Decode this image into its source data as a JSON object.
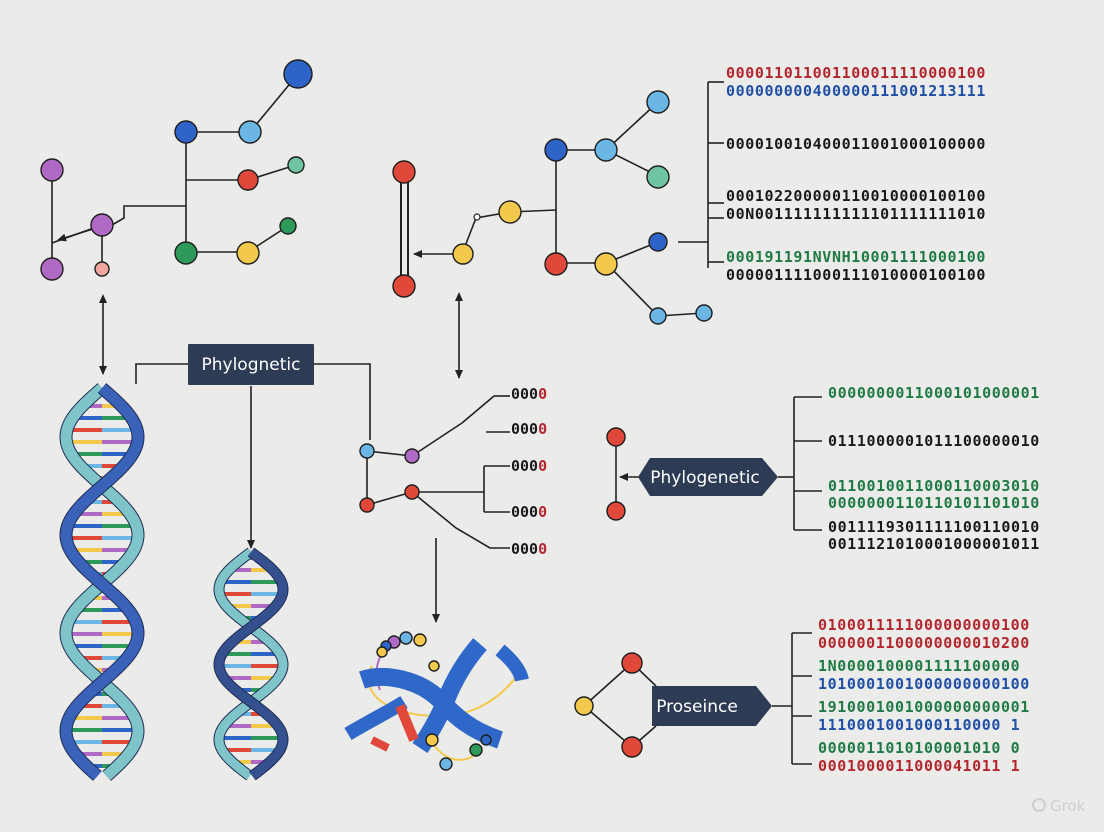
{
  "labels": {
    "phylognetic": "Phylognetic",
    "phylogenetic": "Phylogenetic",
    "proseince": "Proseince"
  },
  "short_codes": [
    "0000",
    "0000",
    "0000",
    "0000",
    "0000"
  ],
  "sequences_top": [
    {
      "text": "000011011001100011110000100",
      "color": "#b3262e"
    },
    {
      "text": "000000000400000111001213111",
      "color": "#1f4fa6"
    },
    {
      "text": "000010010400011001000100000",
      "color": "#1a1a1a"
    },
    {
      "text": "000102200000110010000100100",
      "color": "#1a1a1a"
    },
    {
      "text": "00N001111111111101111111010",
      "color": "#1a1a1a"
    },
    {
      "text": "000191191NVNH10001111000100",
      "color": "#1f7a45"
    },
    {
      "text": "000001111000111010000100100",
      "color": "#1a1a1a"
    }
  ],
  "sequences_mid": [
    {
      "text": "0000000011000101000001",
      "color": "#1f7a45"
    },
    {
      "text": "0111000001011100000010",
      "color": "#1a1a1a"
    },
    {
      "text": "0110010011000110003010",
      "color": "#1f7a45"
    },
    {
      "text": "0000000110110101101010",
      "color": "#1f7a45"
    },
    {
      "text": "0011119301111100110010",
      "color": "#1a1a1a"
    },
    {
      "text": "0011121010001000001011",
      "color": "#1a1a1a"
    }
  ],
  "sequences_bottom": [
    {
      "text": "0100011111000000000100",
      "color": "#b3262e"
    },
    {
      "text": "0000001100000000010200",
      "color": "#b3262e"
    },
    {
      "text": "1N0000100001111100000",
      "color": "#1f7a45"
    },
    {
      "text": "1010001001000000000100",
      "color": "#1f4fa6"
    },
    {
      "text": "1910001001000000000001",
      "color": "#1f7a45"
    },
    {
      "text": "1110001001000110000 1",
      "color": "#1f4fa6"
    },
    {
      "text": "0000011010100001010 0",
      "color": "#1f7a45"
    },
    {
      "text": "0001000011000041011 1",
      "color": "#b3262e"
    }
  ],
  "colors": {
    "label_bg": "#2e3b55",
    "purple": "#b06ac6",
    "blue_dark": "#2e64c8",
    "blue_light": "#6cb6e6",
    "red": "#e0493a",
    "teal": "#6fc4a4",
    "yellow": "#f2c94c",
    "green": "#2e9a5a",
    "pink": "#f2a7a0"
  },
  "watermark": "Grok"
}
